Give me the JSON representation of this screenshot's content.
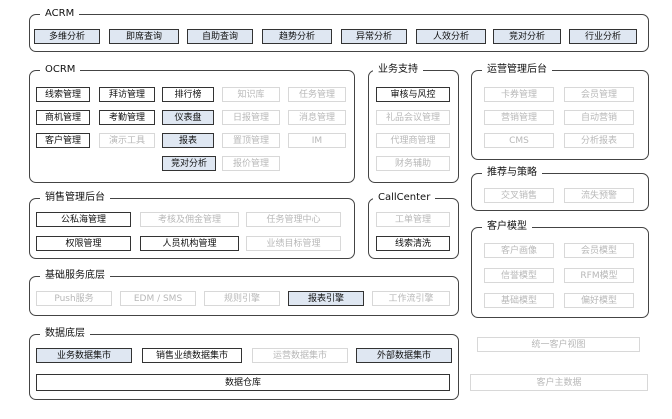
{
  "acrm": {
    "title": "ACRM",
    "items": [
      "多维分析",
      "即席查询",
      "自助查询",
      "趋势分析",
      "异常分析",
      "人效分析",
      "竞对分析",
      "行业分析"
    ]
  },
  "ocrm": {
    "title": "OCRM",
    "items": [
      "线索管理",
      "拜访管理",
      "排行榜",
      "知识库",
      "任务管理",
      "商机管理",
      "考勤管理",
      "仪表盘",
      "日报管理",
      "消息管理",
      "客户管理",
      "演示工具",
      "报表",
      "置顶管理",
      "IM",
      "竞对分析",
      "报价管理"
    ]
  },
  "business_support": {
    "title": "业务支持",
    "items": [
      "审核与风控",
      "礼品会议管理",
      "代理商管理",
      "财务辅助"
    ]
  },
  "ops_backend": {
    "title": "运营管理后台",
    "items": [
      "卡券管理",
      "会员管理",
      "营销管理",
      "自动营销",
      "CMS",
      "分析报表"
    ]
  },
  "recommend": {
    "title": "推荐与策略",
    "items": [
      "交叉销售",
      "流失预警"
    ]
  },
  "sales_backend": {
    "title": "销售管理后台",
    "items": [
      "公私海管理",
      "考核及佣金管理",
      "任务管理中心",
      "权限管理",
      "人员机构管理",
      "业绩目标管理"
    ]
  },
  "callcenter": {
    "title": "CallCenter",
    "items": [
      "工单管理",
      "线索清洗"
    ]
  },
  "customer_model": {
    "title": "客户模型",
    "items": [
      "客户画像",
      "会员模型",
      "信誉模型",
      "RFM模型",
      "基础模型",
      "偏好模型"
    ]
  },
  "base_service": {
    "title": "基础服务底层",
    "items": [
      "Push服务",
      "EDM / SMS",
      "规则引擎",
      "报表引擎",
      "工作流引擎"
    ]
  },
  "data_layer": {
    "title": "数据底层",
    "items": [
      "业务数据集市",
      "销售业绩数据集市",
      "运营数据集市",
      "外部数据集市"
    ],
    "warehouse": "数据仓库"
  },
  "right_bottom": {
    "unified_view": "统一客户视图",
    "master_data": "客户主数据"
  }
}
